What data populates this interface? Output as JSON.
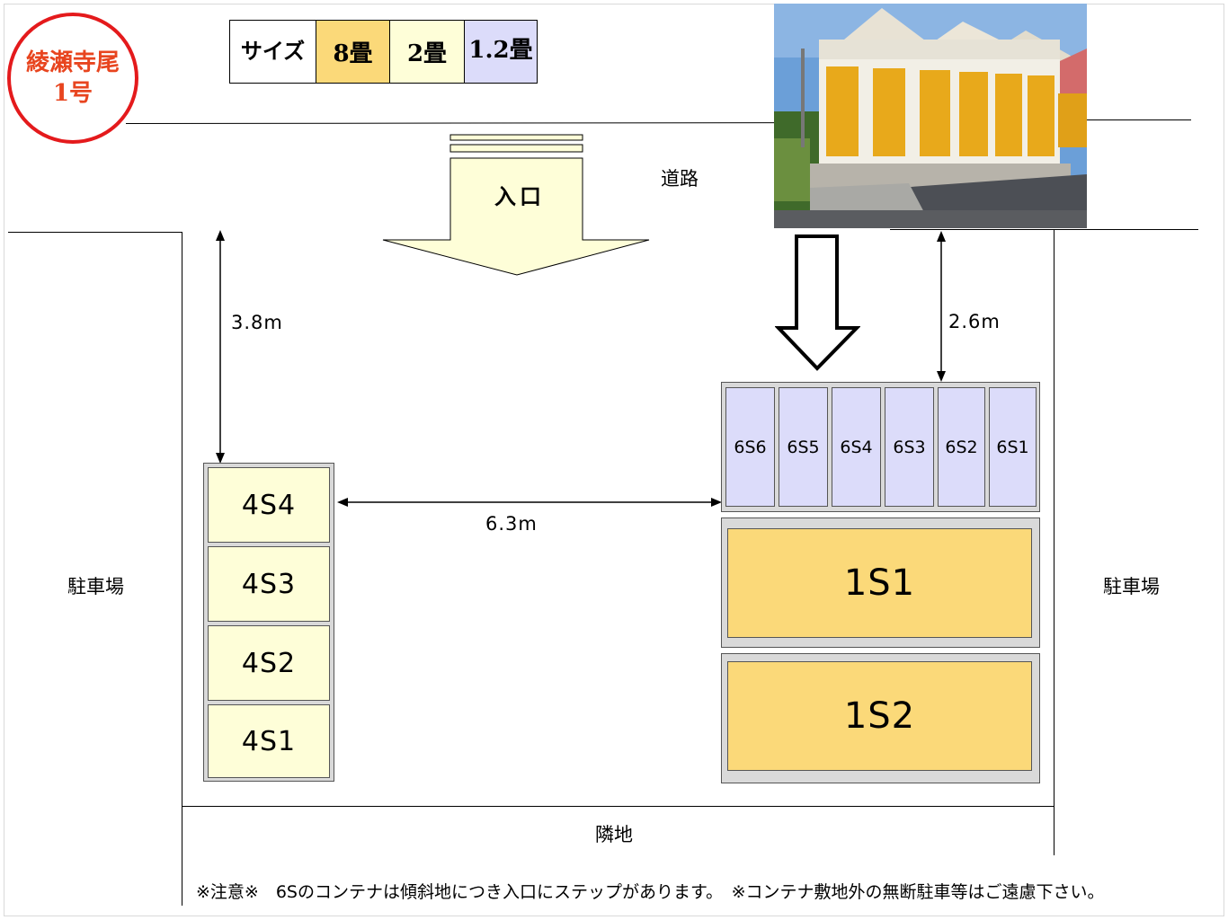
{
  "badge": {
    "line1": "綾瀬寺尾",
    "line2": "1号"
  },
  "legend": {
    "header": "サイズ",
    "sizes": [
      {
        "label": "8畳",
        "color": "#fbd979"
      },
      {
        "label": "2畳",
        "color": "#fefed8"
      },
      {
        "label": "1.2畳",
        "color": "#dcdcfa"
      }
    ]
  },
  "entrance": {
    "label": "入口"
  },
  "labels": {
    "road": "道路",
    "parking_left": "駐車場",
    "parking_right": "駐車場",
    "neighbor": "隣地"
  },
  "measurements": {
    "left_gap": "3.8m",
    "right_gap": "2.6m",
    "middle_gap": "6.3m"
  },
  "units": {
    "left_column": [
      "4S4",
      "4S3",
      "4S2",
      "4S1"
    ],
    "small_row": [
      "6S6",
      "6S5",
      "6S4",
      "6S3",
      "6S2",
      "6S1"
    ],
    "large": [
      "1S1",
      "1S2"
    ]
  },
  "note": "※注意※　6Sのコンテナは傾斜地につき入口にステップがあります。　※コンテナ敷地外の無断駐車等はご遠慮下さい。"
}
